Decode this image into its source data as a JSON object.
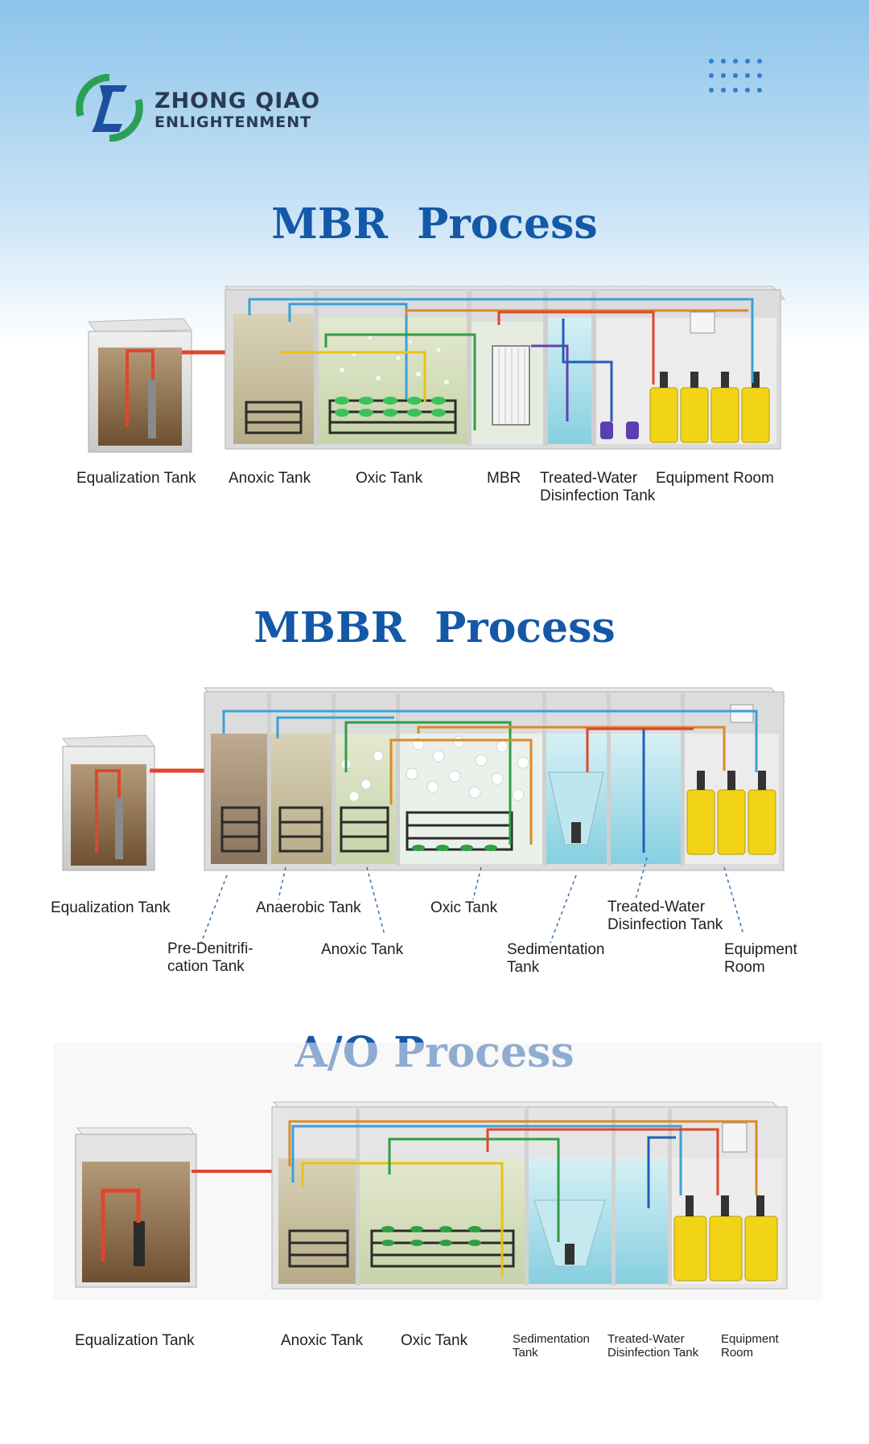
{
  "brand": {
    "name_line1": "ZHONG QIAO",
    "name_line2": "ENLIGHTENMENT",
    "logo_color_green": "#2aa057",
    "logo_color_blue": "#1c4fa0"
  },
  "sections": {
    "mbr": {
      "title": "MBR  Process",
      "labels": {
        "equalization": "Equalization Tank",
        "anoxic": "Anoxic Tank",
        "oxic": "Oxic Tank",
        "mbr": "MBR",
        "treated_line1": "Treated-Water",
        "treated_line2": "Disinfection Tank",
        "equipment": "Equipment Room"
      }
    },
    "mbbr": {
      "title": "MBBR  Process",
      "labels": {
        "equalization": "Equalization Tank",
        "anaerobic": "Anaerobic Tank",
        "oxic": "Oxic Tank",
        "treated_line1": "Treated-Water",
        "treated_line2": "Disinfection Tank",
        "predenit_line1": "Pre-Denitrifi-",
        "predenit_line2": "cation Tank",
        "anoxic": "Anoxic Tank",
        "sedimentation_line1": "Sedimentation",
        "sedimentation_line2": "Tank",
        "equipment_line1": "Equipment",
        "equipment_line2": "Room"
      }
    },
    "ao": {
      "title": "A/O Process",
      "labels": {
        "equalization": "Equalization Tank",
        "anoxic": "Anoxic Tank",
        "oxic": "Oxic Tank",
        "sedimentation_line1": "Sedimentation",
        "sedimentation_line2": "Tank",
        "treated_line1": "Treated-Water",
        "treated_line2": "Disinfection Tank",
        "equipment_line1": "Equipment",
        "equipment_line2": "Room"
      }
    }
  },
  "colors": {
    "title_blue": "#1458a8",
    "pipe_blue": "#3aa0d8",
    "pipe_red": "#e0462f",
    "pipe_orange": "#d98a2b",
    "pipe_green": "#2f9e44",
    "pipe_yellow": "#e8c21a",
    "pipe_purple": "#6a3fb0",
    "pipe_darkblue": "#1f5fb8",
    "chem_yellow": "#f2d416"
  }
}
